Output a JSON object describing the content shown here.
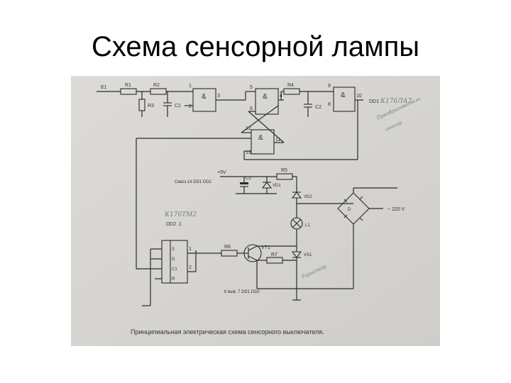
{
  "slide": {
    "title": "Схема сенсорной лампы"
  },
  "schematic": {
    "caption": "Принципиальная электрическая схема сенсорного выключателя.",
    "inputs": {
      "e1": "E1"
    },
    "resistors": {
      "r1": "R1",
      "r2": "R2",
      "r3": "R3",
      "r4": "R4",
      "r5": "R5",
      "r6": "R6",
      "r7": "R7"
    },
    "capacitors": {
      "c1": "C1",
      "c2": "C2",
      "c3": "C3"
    },
    "chips": {
      "dd1": "DD1",
      "dd1_type": "К176ЛА7",
      "dd2_type": "К176ТМ2",
      "dd2_label": "DD2 .1"
    },
    "diodes": {
      "vd1": "VD1",
      "vd2": "VD2",
      "vs1": "VS1",
      "bridge": "D"
    },
    "transistor": "VT1",
    "lamp": "L1",
    "mains": "~ 220 V",
    "power_note": "+9V",
    "power_pin_note": "Сквоз.14 DD1 DD2",
    "ground_pin_note": "К выв. 7 DD1 DD2",
    "pins": {
      "p1": "1",
      "p2": "2",
      "p3": "3",
      "p4": "4",
      "p5": "5",
      "p6": "6",
      "p8": "8",
      "p9": "9",
      "p10": "10",
      "p11": "11",
      "p12": "12",
      "p13": "13"
    },
    "trigger_pins": {
      "s": "S",
      "d": "D",
      "c": "C1",
      "r": "R"
    },
    "handwritten": {
      "note1": "Преобразователь",
      "note2": "сенсор",
      "note3": "Тиристор"
    }
  }
}
